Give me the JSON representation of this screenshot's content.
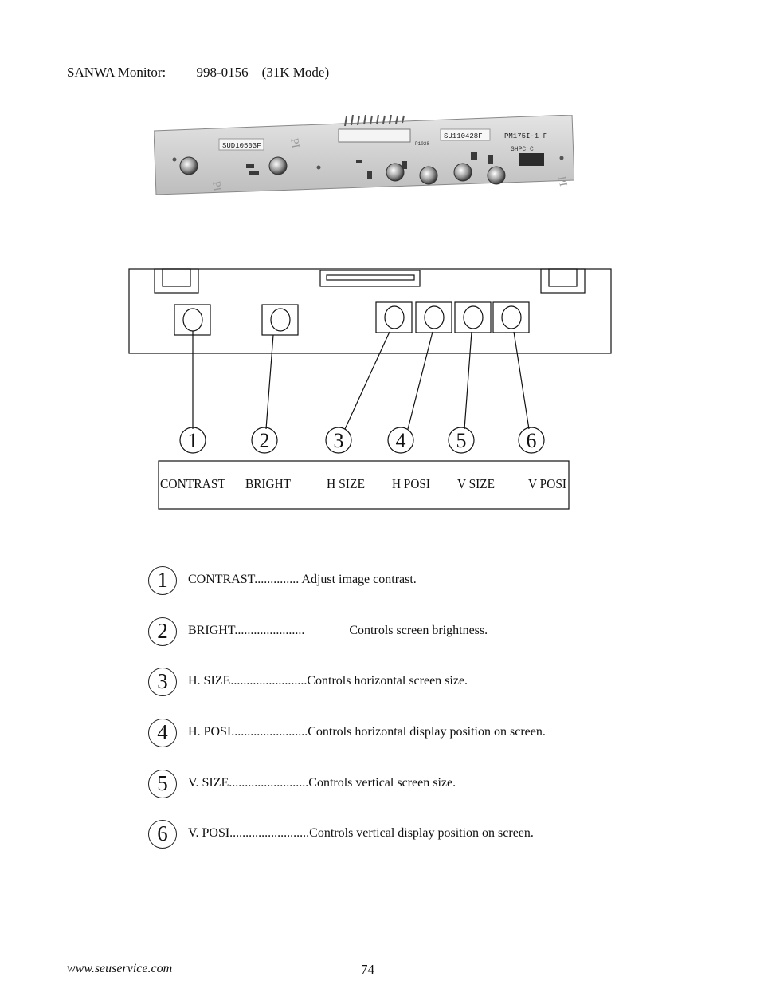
{
  "header": {
    "text": "SANWA Monitor:         998-0156    (31K Mode)"
  },
  "photo": {
    "labels": [
      "SUD10503F",
      "SU110428F",
      "PM175I-1 F",
      "P1028",
      "SHPC C",
      "PI",
      "PI",
      "PI"
    ]
  },
  "diagram": {
    "numbers": [
      "1",
      "2",
      "3",
      "4",
      "5",
      "6"
    ],
    "labels": [
      "CONTRAST",
      "BRIGHT",
      "H SIZE",
      "H POSI",
      "V SIZE",
      "V POSI"
    ]
  },
  "legend": [
    {
      "num": "1",
      "text": "CONTRAST.............. Adjust image contrast."
    },
    {
      "num": "2",
      "text": "BRIGHT......................              Controls screen brightness."
    },
    {
      "num": "3",
      "text": "H. SIZE........................Controls horizontal screen size."
    },
    {
      "num": "4",
      "text": "H. POSI........................Controls horizontal display position on screen."
    },
    {
      "num": "5",
      "text": "V. SIZE.........................Controls vertical screen size."
    },
    {
      "num": "6",
      "text": "V. POSI.........................Controls vertical display position on screen."
    }
  ],
  "footer": {
    "url": "www.seuservice.com",
    "page": "74"
  }
}
